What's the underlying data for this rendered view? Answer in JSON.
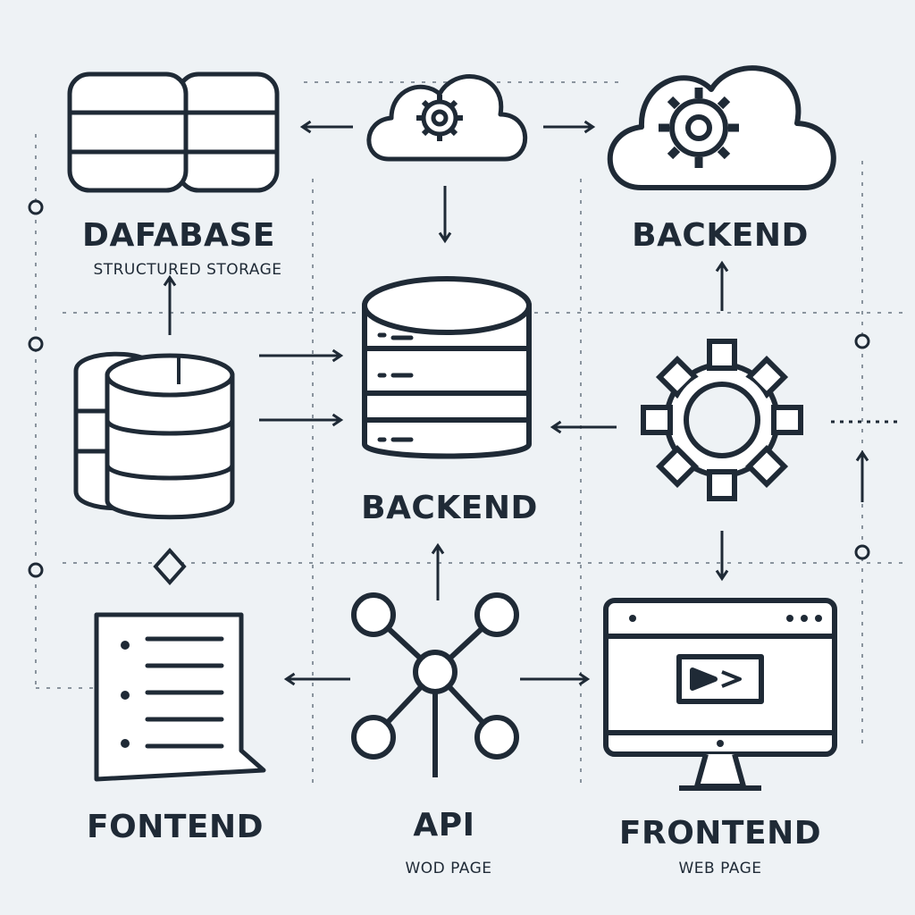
{
  "labels": {
    "database_title": "DAFABASE",
    "database_subtitle": "STRUCTURED STORAGE",
    "backend_top": "BACKEND",
    "backend_center": "BACKEND",
    "frontend_left": "FONTEND",
    "api_title": "API",
    "api_subtitle": "WOD PAGE",
    "frontend_right": "FRONTEND",
    "frontend_right_subtitle": "WEB PAGE"
  },
  "icons": [
    "database-stack-icon",
    "cloud-gear-icon",
    "server-stack-icon",
    "gear-icon",
    "document-list-icon",
    "network-node-icon",
    "monitor-icon"
  ],
  "colors": {
    "background": "#eef2f5",
    "stroke": "#1f2a36",
    "fill": "#ffffff",
    "dashed": "#8a949e"
  }
}
